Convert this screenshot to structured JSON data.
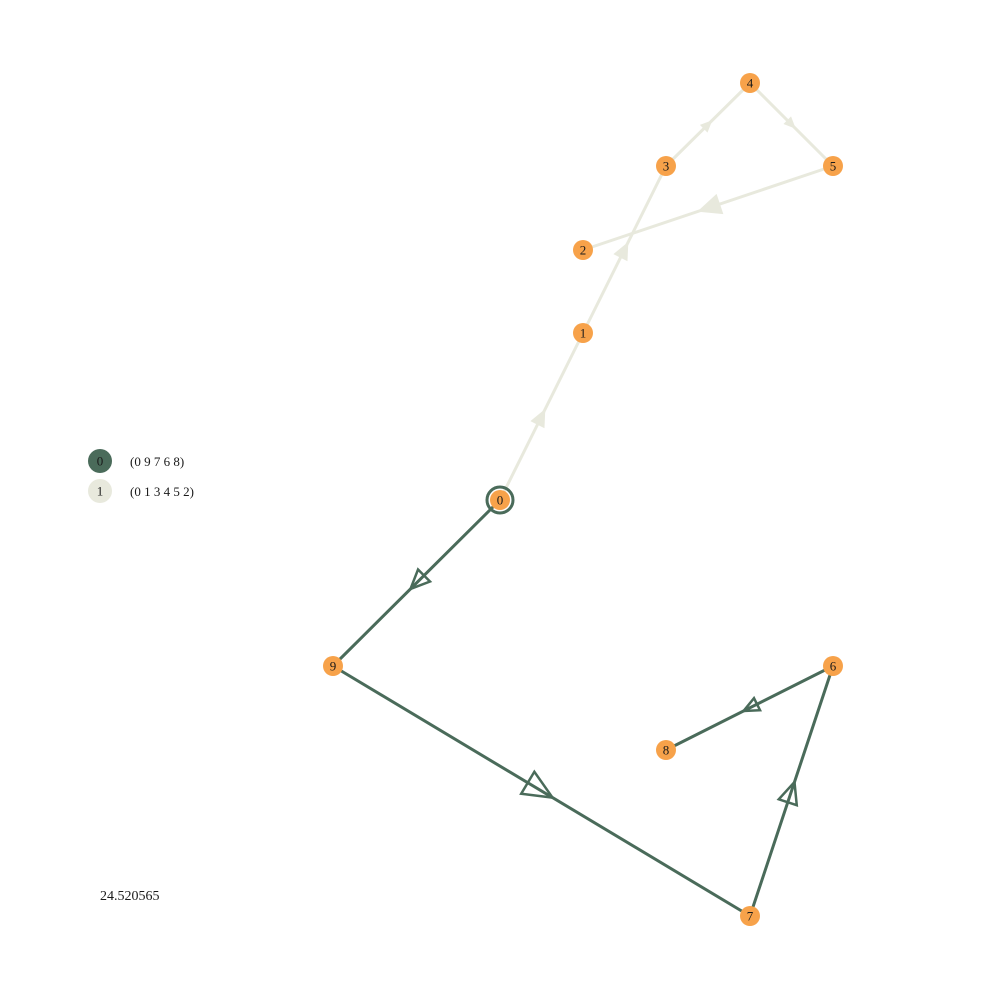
{
  "colors": {
    "route_0": "#4a6b5a",
    "route_1": "#e8e9dd",
    "node_fill": "#f7a24a",
    "depot_ring": "#4a6b5a",
    "text": "#1a1a1a"
  },
  "nodes": [
    {
      "id": "0",
      "label": "0",
      "depot": true
    },
    {
      "id": "1",
      "label": "1"
    },
    {
      "id": "2",
      "label": "2"
    },
    {
      "id": "3",
      "label": "3"
    },
    {
      "id": "4",
      "label": "4"
    },
    {
      "id": "5",
      "label": "5"
    },
    {
      "id": "6",
      "label": "6"
    },
    {
      "id": "7",
      "label": "7"
    },
    {
      "id": "8",
      "label": "8"
    },
    {
      "id": "9",
      "label": "9"
    }
  ],
  "routes": [
    {
      "id": "0",
      "label": "0",
      "sequence_label": "(0 9 7 6 8)",
      "color_key": "route_0",
      "path": [
        "0",
        "9",
        "7",
        "6",
        "8"
      ]
    },
    {
      "id": "1",
      "label": "1",
      "sequence_label": "(0 1 3 4 5 2)",
      "color_key": "route_1",
      "path": [
        "0",
        "1",
        "3",
        "4",
        "5",
        "2"
      ]
    }
  ],
  "total_cost": "24.520565"
}
